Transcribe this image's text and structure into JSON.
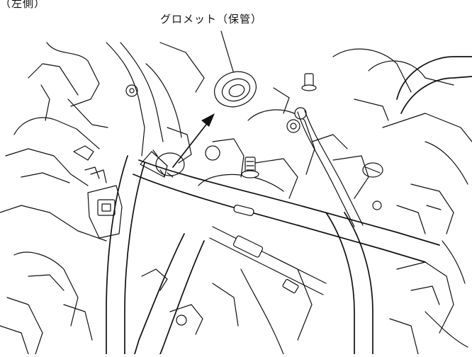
{
  "figure": {
    "corner_label": "（左側）",
    "callout_label": "グロメット（保管）"
  },
  "icons": {
    "grommet": "grommet-icon",
    "arrow": "removal-direction-arrow"
  }
}
